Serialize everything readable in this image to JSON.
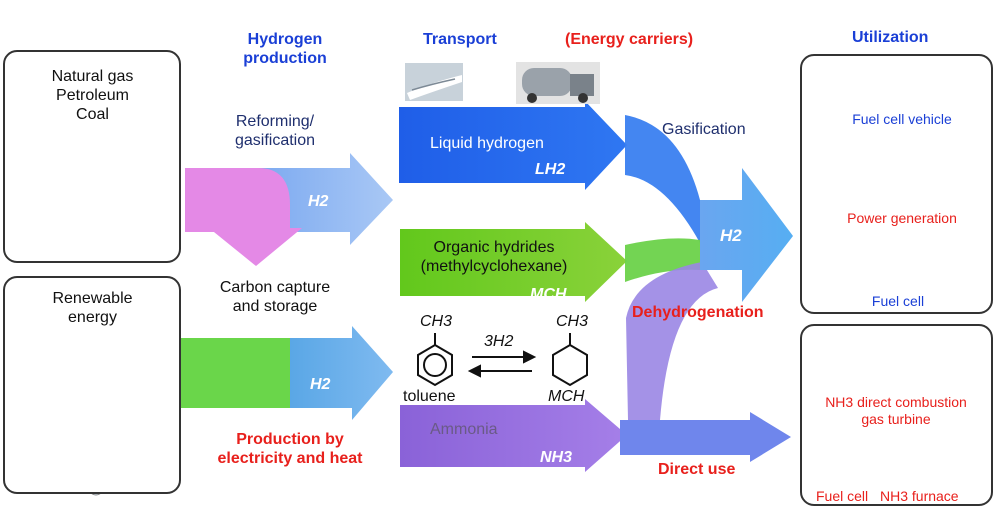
{
  "headers": {
    "hydrogen_production": "Hydrogen\nproduction",
    "transport": "Transport",
    "energy_carriers": "(Energy carriers)",
    "utilization": "Utilization"
  },
  "sources": {
    "fossil": "Natural gas\nPetroleum\nCoal",
    "renewable": "Renewable\nenergy"
  },
  "processes": {
    "reforming": "Reforming/\ngasification",
    "ccs": "Carbon capture\nand storage",
    "electricity": "Production by\nelectricity and heat"
  },
  "h2_labels": {
    "upper": "H2",
    "lower": "H2",
    "final": "H2"
  },
  "carriers": {
    "lh2_name": "Liquid hydrogen",
    "lh2_abbr": "LH2",
    "mch_name": "Organic hydrides\n(methylcyclohexane)",
    "mch_abbr": "MCH",
    "nh3_name": "Ammonia",
    "nh3_abbr": "NH3"
  },
  "chemistry": {
    "ch3_left": "CH3",
    "ch3_right": "CH3",
    "reagent": "3H2",
    "toluene": "toluene",
    "mch": "MCH"
  },
  "conversions": {
    "gasification": "Gasification",
    "dehydrogenation": "Dehydrogenation",
    "direct_use": "Direct use"
  },
  "utilization": {
    "fuel_cell_vehicle": "Fuel cell vehicle",
    "power_generation": "Power generation",
    "fuel_cell": "Fuel cell",
    "nh3_turbine": "NH3 direct combustion\ngas turbine",
    "fuel_cell_2": "Fuel cell",
    "nh3_furnace": "NH3 furnace"
  }
}
